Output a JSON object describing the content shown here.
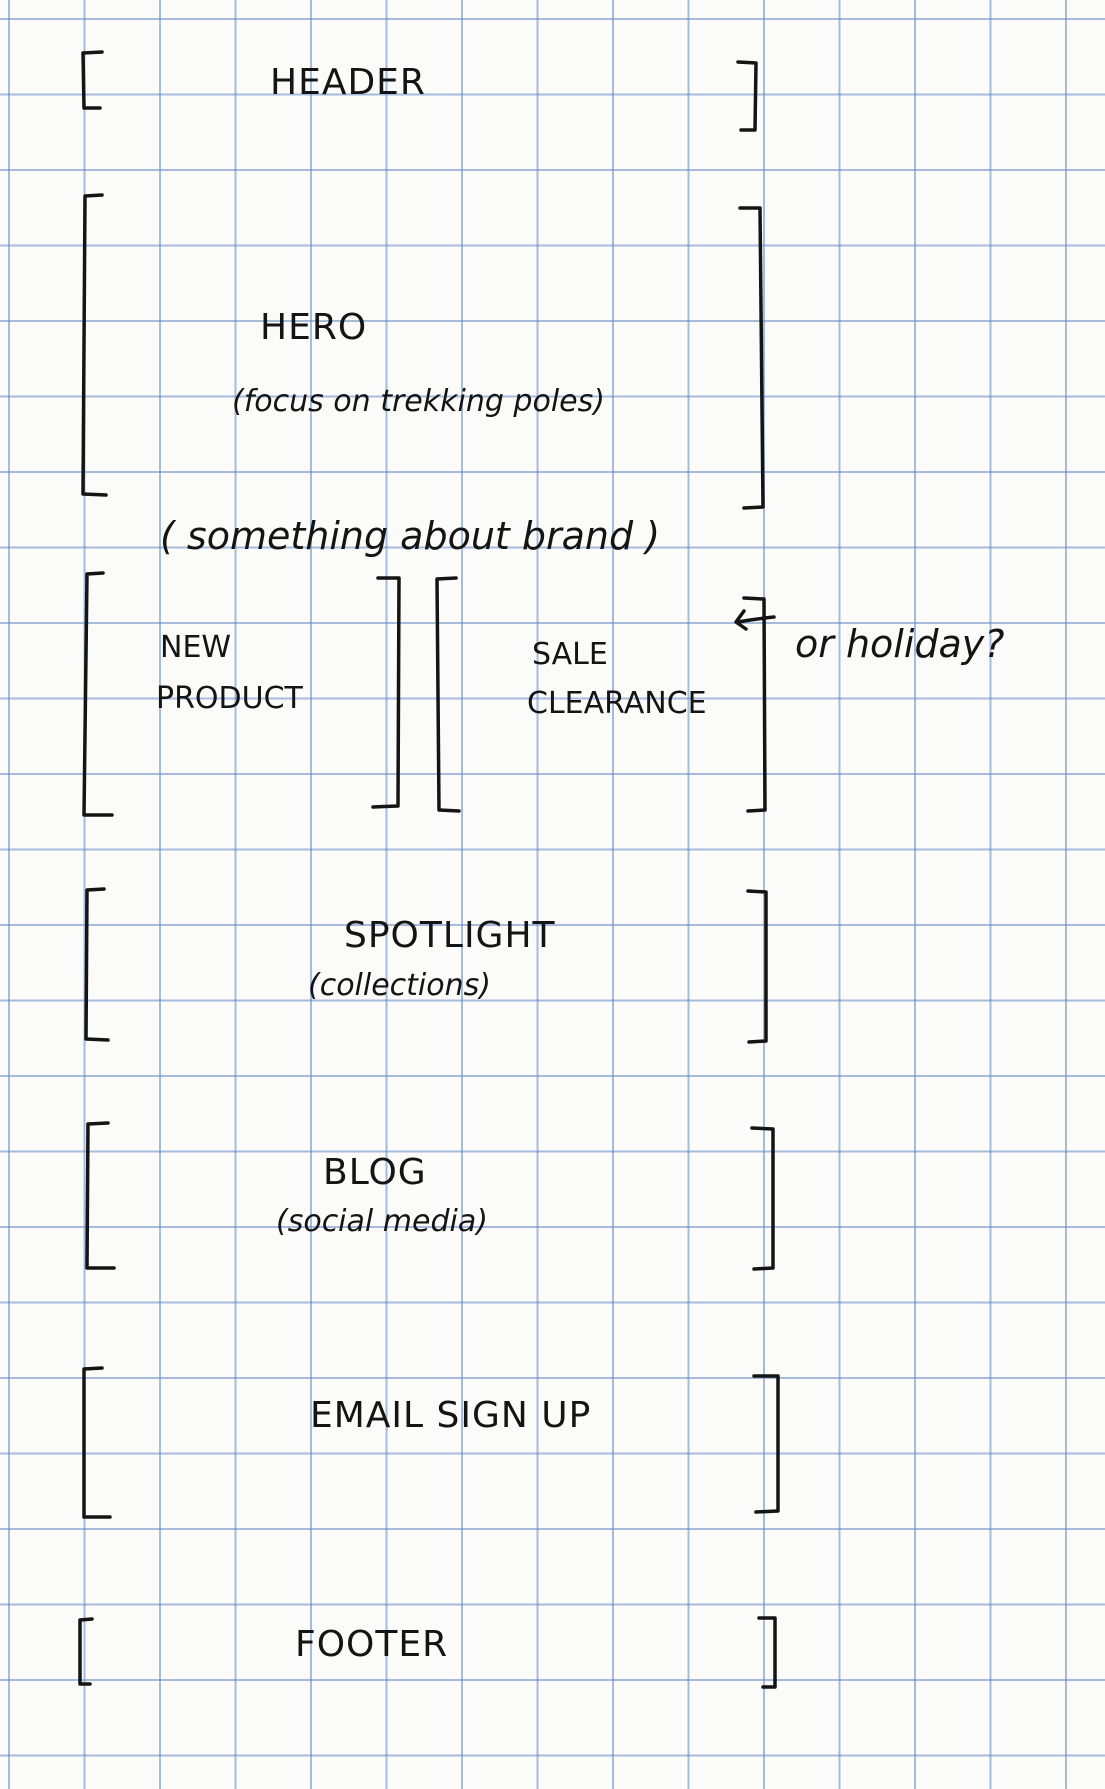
{
  "sections": {
    "header": {
      "label": "HEADER"
    },
    "hero": {
      "label": "HERO",
      "note": "(focus on trekking poles)"
    },
    "brand_note": "( something about brand )",
    "new_product": {
      "line1": "NEW",
      "line2": "PRODUCT"
    },
    "sale": {
      "line1": "SALE",
      "line2": "CLEARANCE",
      "annotation": "or holiday?"
    },
    "spotlight": {
      "label": "SPOTLIGHT",
      "note": "(collections)"
    },
    "blog": {
      "label": "BLOG",
      "note": "(social media)"
    },
    "email": {
      "label": "EMAIL SIGN UP"
    },
    "footer": {
      "label": "FOOTER"
    }
  },
  "colors": {
    "ink": "#141414",
    "paper": "#fbfbfa",
    "grid": "#6086c4"
  }
}
